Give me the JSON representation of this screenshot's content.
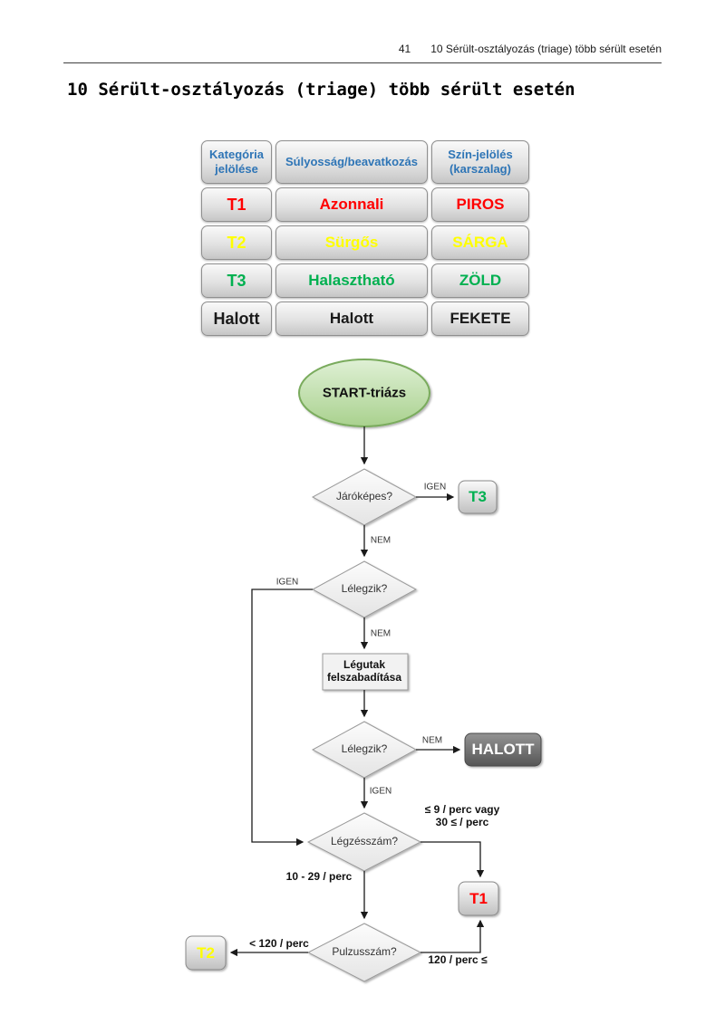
{
  "page": {
    "header": {
      "page_number": "41",
      "section": "10 Sérült-osztályozás (triage) több sérült esetén"
    },
    "title": "10 Sérült-osztályozás (triage) több sérült esetén"
  },
  "table": {
    "header_color": "#2e75b6",
    "columns": [
      "Kategória jelölése",
      "Súlyosság/beavatkozás",
      "Szín-jelölés (karszalag)"
    ],
    "rows": [
      {
        "category": "T1",
        "severity": "Azonnali",
        "band": "PIROS",
        "color": "#ff0000"
      },
      {
        "category": "T2",
        "severity": "Sürgős",
        "band": "SÁRGA",
        "color": "#ffff00"
      },
      {
        "category": "T3",
        "severity": "Halasztható",
        "band": "ZÖLD",
        "color": "#00b050"
      },
      {
        "category": "Halott",
        "severity": "Halott",
        "band": "FEKETE",
        "color": "#1a1a1a"
      }
    ]
  },
  "flowchart": {
    "start": "START-triázs",
    "decisions": {
      "walkable": "Járóképes?",
      "breathing1": "Lélegzik?",
      "breathing2": "Lélegzik?",
      "resp_rate": "Légzésszám?",
      "pulse_rate": "Pulzusszám?"
    },
    "process": {
      "airway": "Légutak felszabadítása"
    },
    "terminals": {
      "t3": "T3",
      "halott": "HALOTT",
      "t1": "T1",
      "t2": "T2"
    },
    "colors": {
      "t3": "#00b050",
      "t1": "#ff0000",
      "t2": "#ffff00",
      "halott": "#ffffff"
    },
    "edge_labels": {
      "walkable_yes": "IGEN",
      "walkable_no": "NEM",
      "breathing1_yes": "IGEN",
      "breathing1_no": "NEM",
      "breathing2_no": "NEM",
      "breathing2_yes": "IGEN",
      "resp_abnormal_1": "≤ 9 / perc vagy",
      "resp_abnormal_2": "30 ≤ / perc",
      "resp_normal": "10 - 29 / perc",
      "pulse_low": "< 120 / perc",
      "pulse_high": "120 / perc ≤"
    }
  }
}
